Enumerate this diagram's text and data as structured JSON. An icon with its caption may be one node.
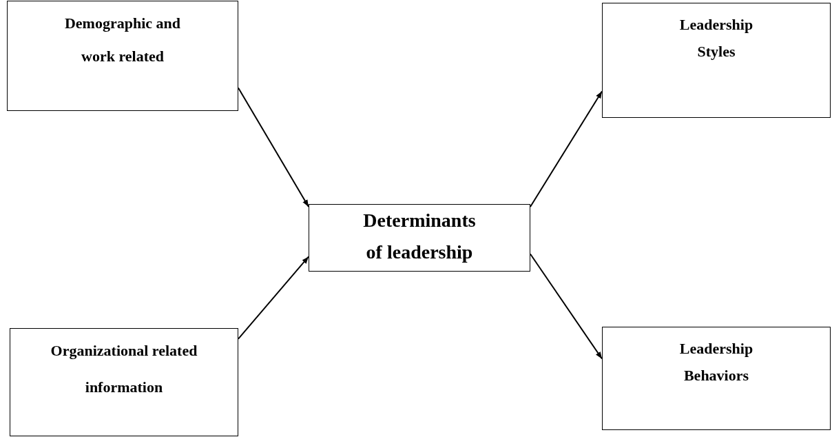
{
  "diagram": {
    "nodes": [
      {
        "text": [
          "Demographic and work related"
        ]
      },
      {
        "text": [
          "Determinants of leadership"
        ]
      },
      {
        "text": [
          "Leadership Styles"
        ]
      },
      {
        "text": [
          "Organizational related information"
        ]
      },
      {
        "text": [
          "Leadership Behaviors"
        ]
      }
    ],
    "edges": [
      {
        "from": 0,
        "to": 1,
        "arrow": "to"
      },
      {
        "from": 3,
        "to": 1,
        "arrow": "to"
      },
      {
        "from": 1,
        "to": 2,
        "arrow": "to"
      },
      {
        "from": 1,
        "to": 4,
        "arrow": "to"
      }
    ]
  }
}
